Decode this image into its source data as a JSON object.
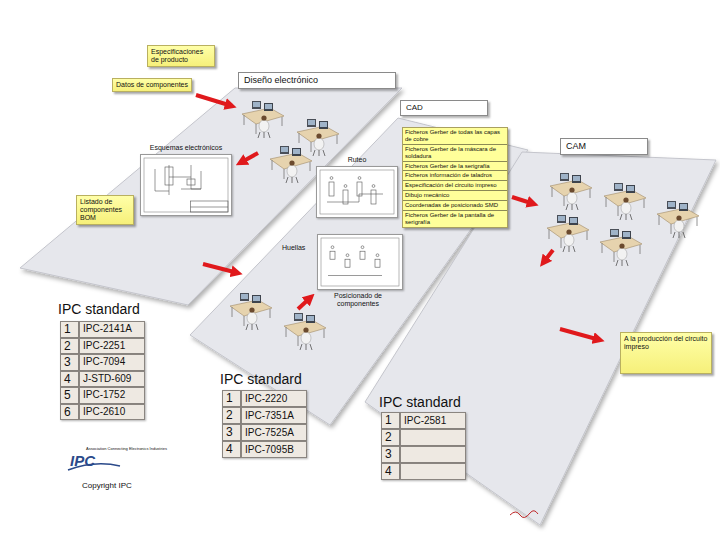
{
  "diagram": {
    "nodes": [
      {
        "text": [
          "Especificaciones de producto"
        ]
      },
      {
        "text": [
          "Datos de componentes"
        ]
      },
      {
        "text": [
          "Diseño electrónico"
        ]
      },
      {
        "text": [
          "Esquemas electrónicos"
        ]
      },
      {
        "text": [
          "Listado de componentes BOM"
        ]
      },
      {
        "text": [
          "CAD"
        ]
      },
      {
        "text": [
          "Ficheros Gerber de todas las capas de cobre",
          "Ficheros Gerber de la máscara de soldadura",
          "Ficheros Gerber de la serigrafía",
          "Ficheros información de taladros",
          "Especificación del circuito impreso",
          "Dibujo mecánico",
          "Coordenadas de posicionado SMD",
          "Ficheros Gerber de la pantalla de serigrafía"
        ]
      },
      {
        "text": [
          "Ruteo"
        ]
      },
      {
        "text": [
          "Huellas",
          "Posicionado de componentes"
        ]
      },
      {
        "text": [
          "CAM"
        ]
      },
      {
        "text": [
          "A la producción del circuito impreso"
        ]
      }
    ],
    "labels": [
      "IPC standard",
      "1",
      "IPC-2141A",
      "2",
      "IPC-2251",
      "3",
      "IPC-7094",
      "4",
      "J-STD-609",
      "5",
      "IPC-1752",
      "6",
      "IPC-2610",
      "IPC standard",
      "1",
      "IPC-2220",
      "2",
      "IPC-7351A",
      "3",
      "IPC-7525A",
      "4",
      "IPC-7095B",
      "IPC standard",
      "1",
      "IPC-2581",
      "2",
      "3",
      "4",
      "Association Connecting Electronics Industries",
      "IPC",
      "Copyright IPC"
    ]
  }
}
